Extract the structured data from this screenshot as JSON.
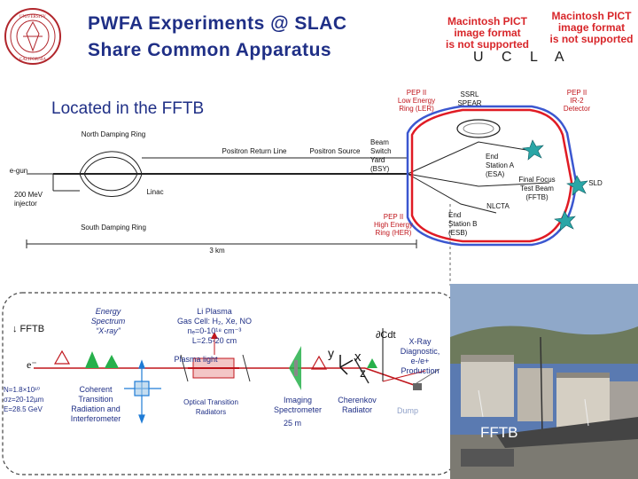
{
  "header": {
    "title_line1": "PWFA Experiments @ SLAC",
    "title_line2": "Share Common Apparatus",
    "pict_text": [
      "Macintosh PICT",
      "image format",
      "is not supported"
    ],
    "ucla": "U C L A",
    "located": "Located in the FFTB"
  },
  "map": {
    "north_ring": "North Damping Ring",
    "south_ring": "South Damping Ring",
    "positron_return": "Positron Return Line",
    "positron_source": "Positron Source",
    "egun": "e-gun",
    "injector": [
      "200 MeV",
      "injector"
    ],
    "linac": "Linac",
    "scale": "3 km",
    "bsy": [
      "Beam",
      "Switch",
      "Yard",
      "(BSY)"
    ],
    "pep_ler": [
      "PEP II",
      "Low Energy",
      "Ring (LER)"
    ],
    "ssrl": [
      "SSRL",
      "SPEAR"
    ],
    "pep_ir2": [
      "PEP II",
      "IR-2",
      "Detector"
    ],
    "esa": [
      "End",
      "Station A",
      "(ESA)"
    ],
    "fftb": [
      "Final Focus",
      "Test Beam",
      "(FFTB)"
    ],
    "sld": "SLD",
    "nlcta": "NLCTA",
    "esb": [
      "End",
      "Station B",
      "(ESB)"
    ],
    "pep_her": [
      "PEP II",
      "High Energy",
      "Ring (HER)"
    ]
  },
  "experiment": {
    "fftb_arrow": "↓ FFTB",
    "electron": "e⁻",
    "beam_params": [
      "N=1.8×10¹⁰",
      "σz=20-12µm",
      "E=28.5 GeV"
    ],
    "energy_spectrum": [
      "Energy",
      "Spectrum",
      "“X-ray”"
    ],
    "coherent": [
      "Coherent",
      "Transition",
      "Radiation and",
      "Interferometer"
    ],
    "plasma": [
      "Li Plasma",
      "Gas Cell: H₂, Xe, NO",
      "nₑ=0-10¹⁸ cm⁻³",
      "L=2.5-20 cm"
    ],
    "plasma_light": "Plasma light",
    "otr": [
      "Optical Transition",
      "Radiators"
    ],
    "imaging": [
      "Imaging",
      "Spectrometer"
    ],
    "dist": "25 m",
    "axes": {
      "y": "y",
      "x": "x",
      "z": "z"
    },
    "cdt": "∂Cdt",
    "cherenkov": [
      "Cherenkov",
      "Radiator"
    ],
    "xray_diag": [
      "X-Ray",
      "Diagnostic,",
      "e-/e+",
      "Production"
    ],
    "dump": "Dump",
    "photo_label": "FFTB"
  },
  "colors": {
    "title_blue": "#1f2f86",
    "pict_red": "#d8262a",
    "ring_red": "#e01b24",
    "ring_blue": "#3b57d0",
    "star_teal": "#2aa6a6",
    "laser_green": "#27b04b",
    "beam_red": "#c0161c"
  }
}
